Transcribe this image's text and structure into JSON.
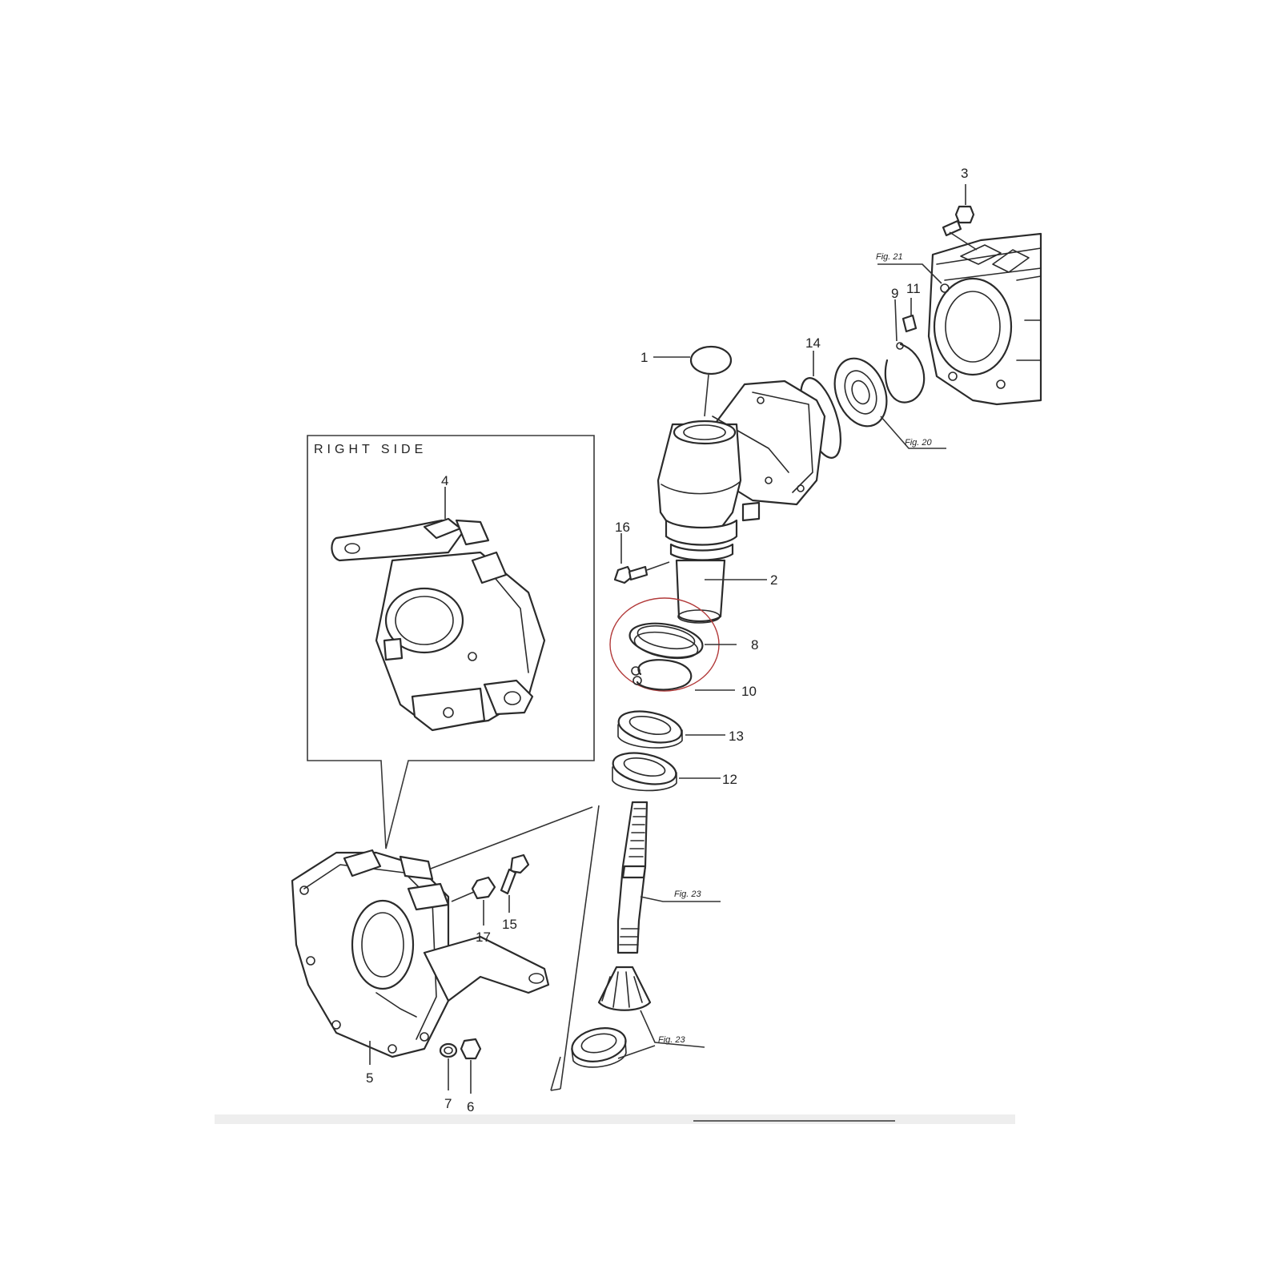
{
  "inset": {
    "title": "RIGHT SIDE"
  },
  "callouts": {
    "c1": "1",
    "c2": "2",
    "c3": "3",
    "c4": "4",
    "c5": "5",
    "c6": "6",
    "c7": "7",
    "c8": "8",
    "c9": "9",
    "c10": "10",
    "c11": "11",
    "c12": "12",
    "c13": "13",
    "c14": "14",
    "c15": "15",
    "c16": "16",
    "c17": "17"
  },
  "figure_refs": {
    "fig21": "Fig. 21",
    "fig20": "Fig. 20",
    "fig23a": "Fig. 23",
    "fig23b": "Fig. 23"
  },
  "colors": {
    "highlight_circle": "#b23a3a",
    "line": "#2b2b2b"
  }
}
